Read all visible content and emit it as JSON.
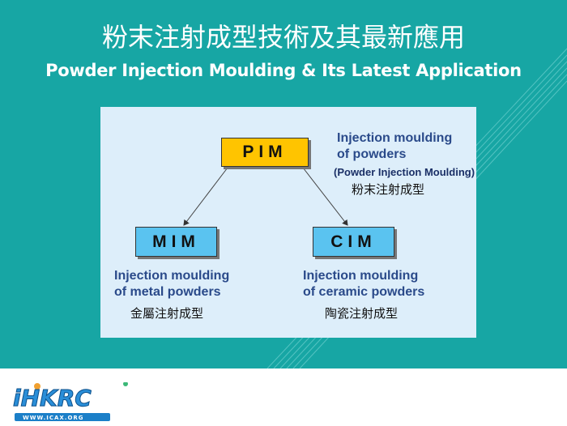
{
  "title_zh": "粉末注射成型技術及其最新應用",
  "title_en": "Powder Injection Moulding & Its Latest Application",
  "diagram": {
    "pim": {
      "label": "PIM",
      "desc1": "Injection moulding",
      "desc2": "of powders",
      "desc3": "(Powder Injection Moulding)",
      "zh": "粉末注射成型"
    },
    "mim": {
      "label": "MIM",
      "desc1": "Injection moulding",
      "desc2": "of metal powders",
      "zh": "金屬注射成型"
    },
    "cim": {
      "label": "CIM",
      "desc1": "Injection moulding",
      "desc2": "of ceramic powders",
      "zh": "陶瓷注射成型"
    }
  },
  "logo": {
    "text": "iHKRC",
    "url_text": "WWW.ICAX.ORG"
  },
  "colors": {
    "teal": "#17a6a4",
    "pim": "#ffc400",
    "sub": "#5ac3f0",
    "text_blue": "#2a4a8a"
  }
}
